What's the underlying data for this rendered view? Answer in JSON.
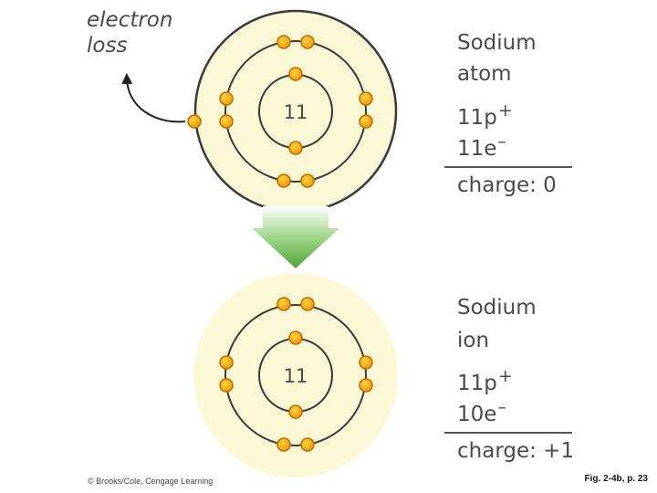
{
  "electron_loss_label": "electron loss",
  "atom": {
    "title_line1": "Sodium",
    "title_line2": "atom",
    "protons": "11p",
    "electrons": "11e",
    "charge": "charge: 0",
    "nucleus": "11"
  },
  "ion": {
    "title_line1": "Sodium",
    "title_line2": "ion",
    "protons": "11p",
    "electrons": "10e",
    "charge": "charge: +1",
    "nucleus": "11"
  },
  "plus_sign": "+",
  "minus_sign": "–",
  "credit": "© Brooks/Cole, Cengage Learning",
  "figure_label": "Fig. 2-4b, p. 23",
  "colors": {
    "atom_fill": "#fbf8d6",
    "shell_stroke": "#3a3a3a",
    "electron_fill": "#f6a800",
    "electron_stroke": "#c46c00",
    "arrow_green": "#5fb13f",
    "text": "#4a4a4a"
  }
}
